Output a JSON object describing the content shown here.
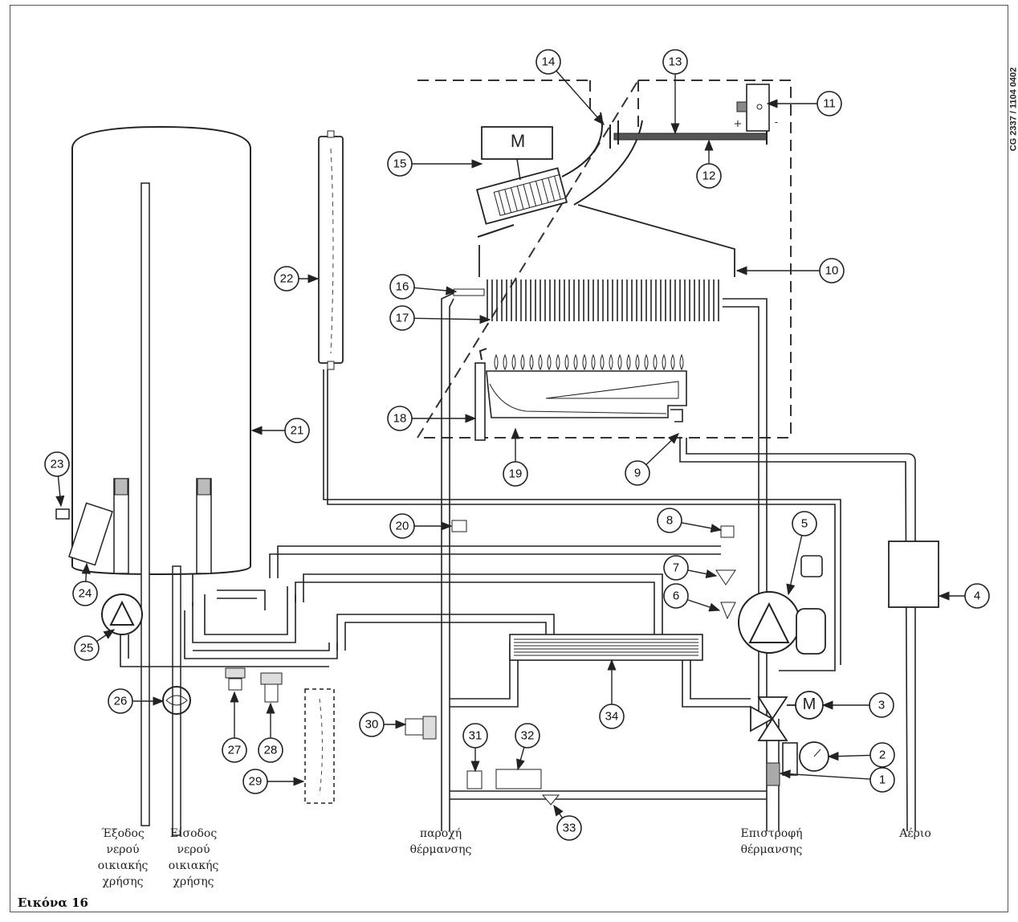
{
  "figure": {
    "caption": "Εικόνα 16",
    "doc_code": "CG 2337 / 1104 0402"
  },
  "labels": {
    "dhw_out": "Έξοδος\nνερού\nοικιακής\nχρήσης",
    "dhw_in": "Είσοδος\nνερού\nοικιακής\nχρήσης",
    "heating_flow": "παροχή\nθέρμανσης",
    "heating_return": "Επιστροφή\nθέρμανσης",
    "gas": "Αέριο"
  },
  "components": {
    "fan_motor": "M",
    "valve_motor": "M",
    "plus_sign": "+",
    "minus_sign": "-"
  },
  "callouts": [
    "1",
    "2",
    "3",
    "4",
    "5",
    "6",
    "7",
    "8",
    "9",
    "10",
    "11",
    "12",
    "13",
    "14",
    "15",
    "16",
    "17",
    "18",
    "19",
    "20",
    "21",
    "22",
    "23",
    "24",
    "25",
    "26",
    "27",
    "28",
    "29",
    "30",
    "31",
    "32",
    "33",
    "34"
  ]
}
